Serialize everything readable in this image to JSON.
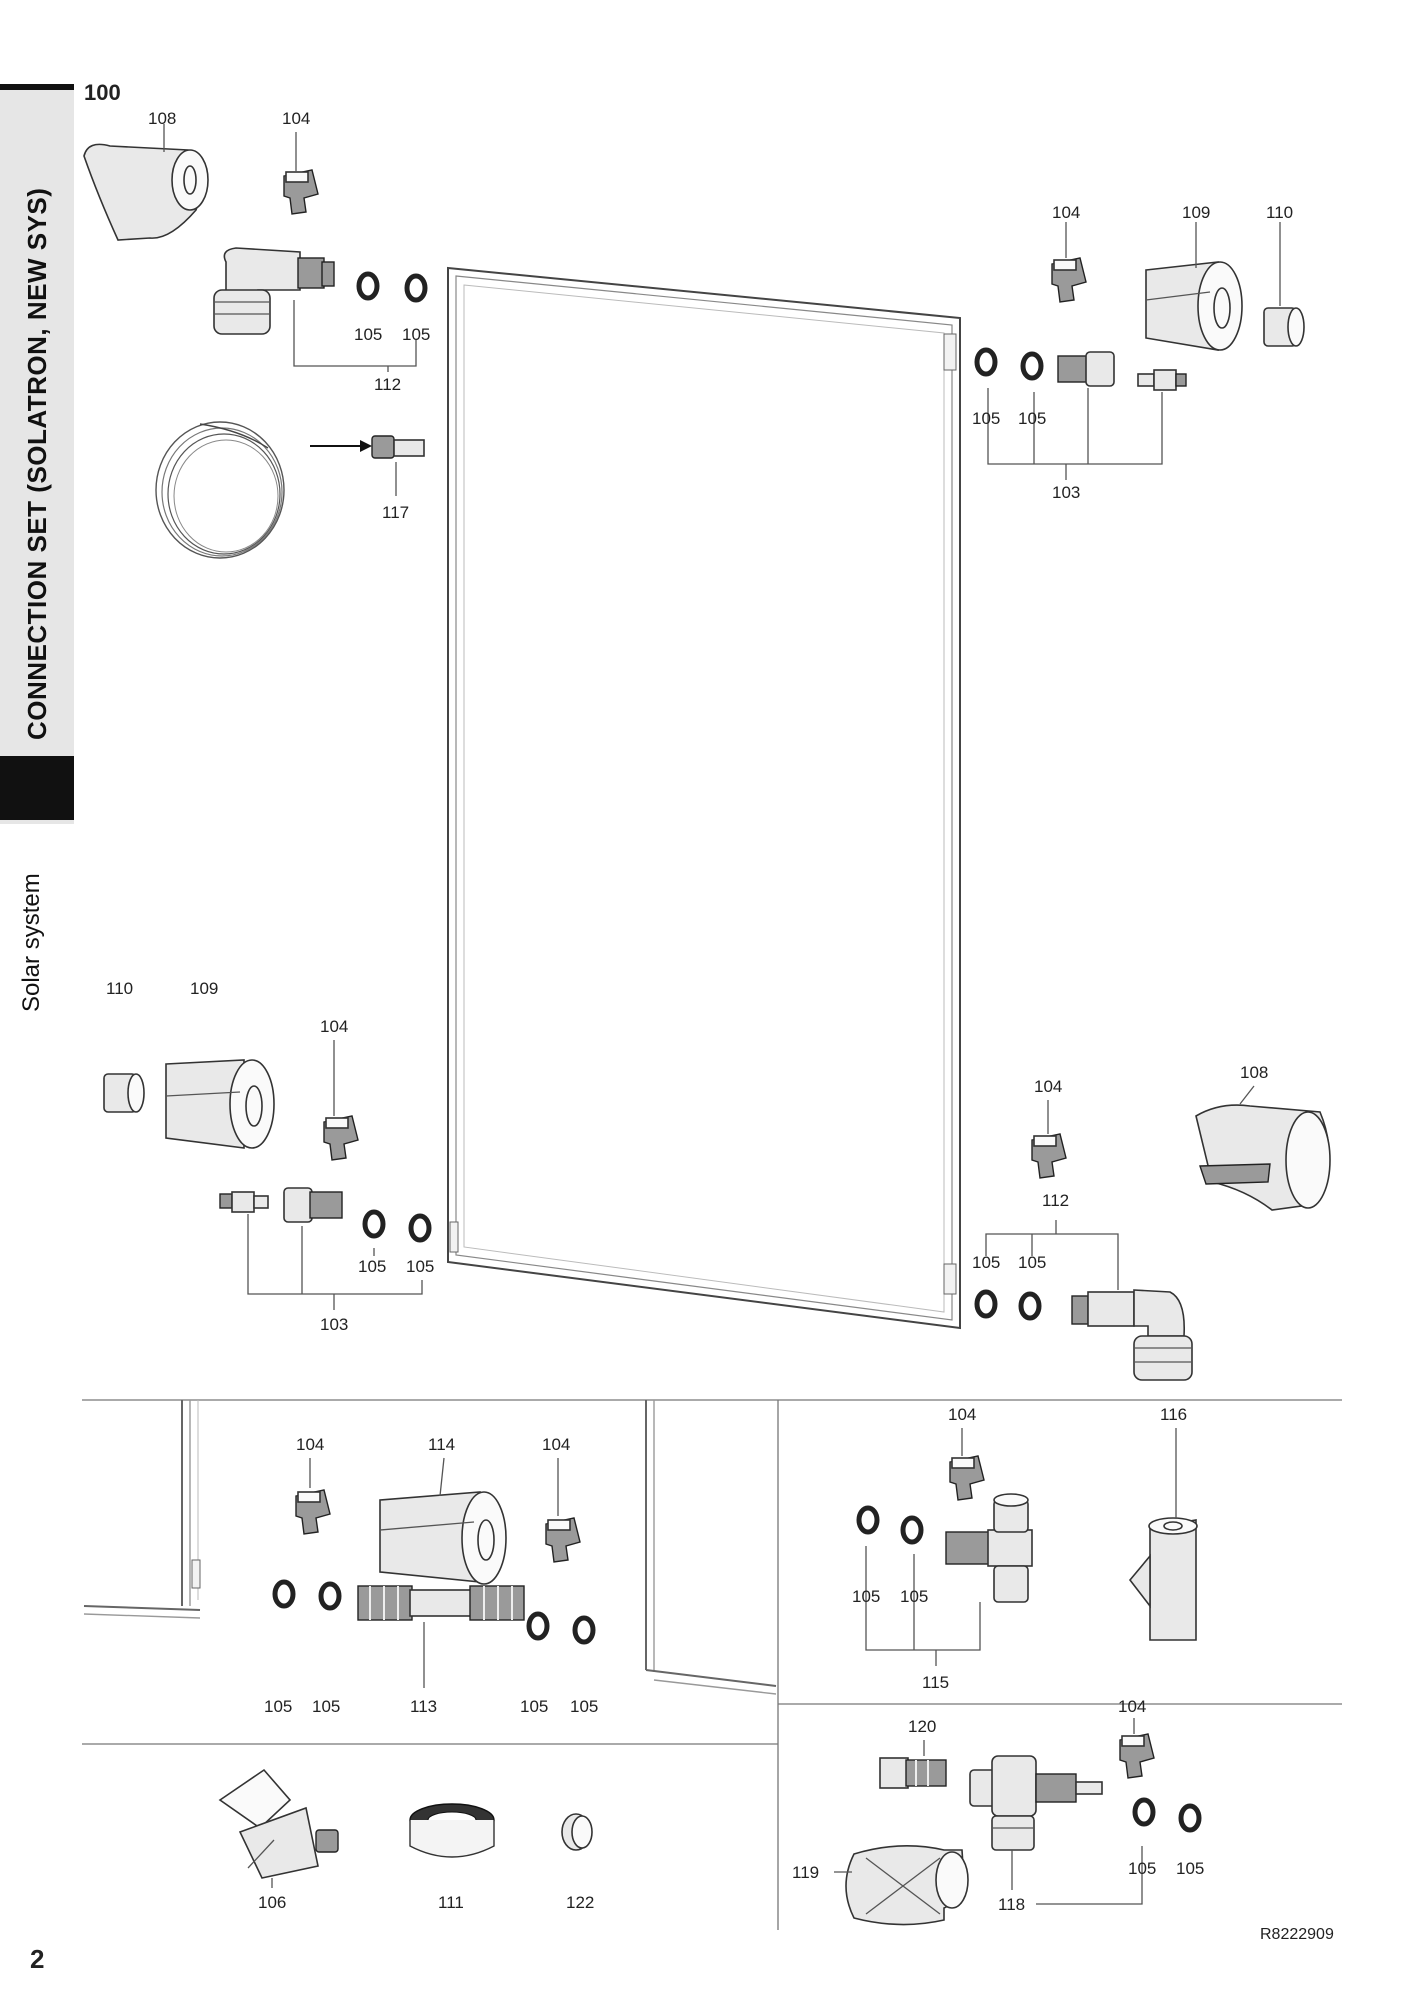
{
  "side_tab": {
    "title": "CONNECTION SET (SOLATRON, NEW SYS)",
    "subtitle": "Solar system"
  },
  "section_number": "100",
  "page_number": "2",
  "drawing_ref": "R8222909",
  "callouts": {
    "c108a": "108",
    "c104a": "104",
    "c105a": "105",
    "c105b": "105",
    "c112a": "112",
    "c117": "117",
    "c104b": "104",
    "c109a": "109",
    "c110a": "110",
    "c105c": "105",
    "c105d": "105",
    "c103a": "103",
    "c110b": "110",
    "c109b": "109",
    "c104c": "104",
    "c105e": "105",
    "c105f": "105",
    "c103b": "103",
    "c108b": "108",
    "c104d": "104",
    "c112b": "112",
    "c105g": "105",
    "c105h": "105",
    "c104e": "104",
    "c114": "114",
    "c104f": "104",
    "c105i": "105",
    "c105j": "105",
    "c113": "113",
    "c105k": "105",
    "c105l": "105",
    "c104g": "104",
    "c116": "116",
    "c105m": "105",
    "c105n": "105",
    "c115": "115",
    "c106": "106",
    "c111": "111",
    "c122": "122",
    "c120": "120",
    "c104h": "104",
    "c119": "119",
    "c118": "118",
    "c105o": "105",
    "c105p": "105"
  }
}
